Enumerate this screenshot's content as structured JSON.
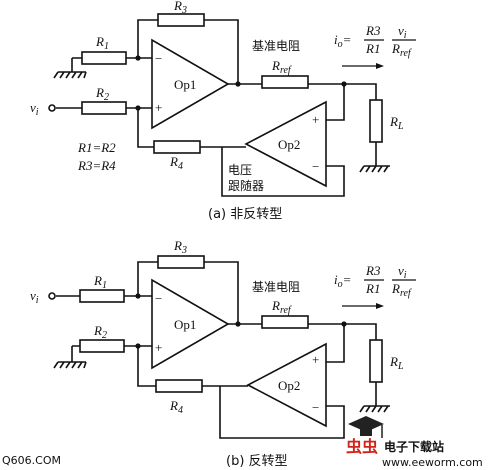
{
  "diagram_a": {
    "caption": "(a) 非反转型",
    "opamp1": "Op1",
    "opamp2": "Op2",
    "r1": "R",
    "r1_sub": "1",
    "r2": "R",
    "r2_sub": "2",
    "r3": "R",
    "r3_sub": "3",
    "r4": "R",
    "r4_sub": "4",
    "rref": "R",
    "rref_sub": "ref",
    "rl": "R",
    "rl_sub": "L",
    "vin": "v",
    "vin_sub": "i",
    "minus": "−",
    "plus": "+",
    "ref_label": "基准电阻",
    "follower_line1": "电压",
    "follower_line2": "跟随器",
    "eq1": "R1=R2",
    "eq2": "R3=R4",
    "formula": {
      "lhs": "i",
      "lhs_sub": "o",
      "eq": "=",
      "num1": "R3",
      "den1": "R1",
      "num2": "v",
      "num2_sub": "i",
      "den2": "R",
      "den2_sub": "ref"
    }
  },
  "diagram_b": {
    "caption": "(b) 反转型",
    "opamp1": "Op1",
    "opamp2": "Op2",
    "r1": "R",
    "r1_sub": "1",
    "r2": "R",
    "r2_sub": "2",
    "r3": "R",
    "r3_sub": "3",
    "r4": "R",
    "r4_sub": "4",
    "rref": "R",
    "rref_sub": "ref",
    "rl": "R",
    "rl_sub": "L",
    "vin": "v",
    "vin_sub": "i",
    "minus": "−",
    "plus": "+",
    "ref_label": "基准电阻",
    "formula": {
      "lhs": "i",
      "lhs_sub": "o",
      "eq": "=",
      "num1": "R3",
      "den1": "R1",
      "num2": "v",
      "num2_sub": "i",
      "den2": "R",
      "den2_sub": "ref"
    }
  },
  "watermark": {
    "left": "Q606.COM",
    "brand": "虫虫",
    "brand_text": "电子下载站",
    "site": "www.eeworm.com"
  }
}
